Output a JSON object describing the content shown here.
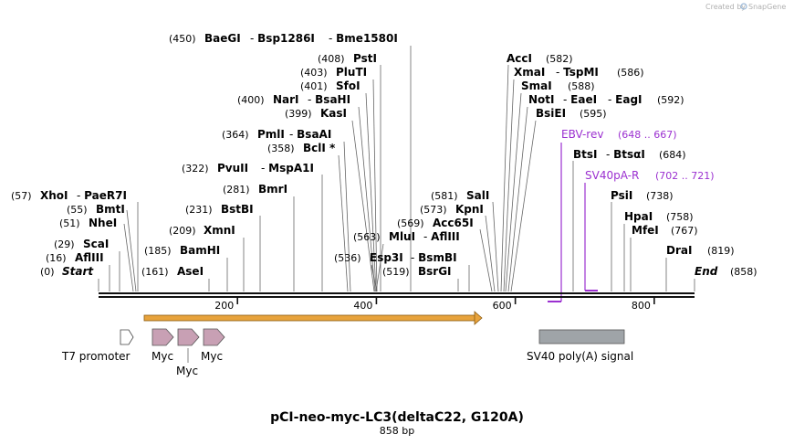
{
  "credit": {
    "prefix": "Created by",
    "brand": "SnapGene"
  },
  "plasmid": {
    "name": "pCI-neo-myc-LC3(deltaC22, G120A)",
    "size_label": "858 bp"
  },
  "map": {
    "length": 858
  },
  "ticks": [
    {
      "value": 200,
      "label": "200"
    },
    {
      "value": 400,
      "label": "400"
    },
    {
      "value": 600,
      "label": "600"
    },
    {
      "value": 800,
      "label": "800"
    }
  ],
  "sites": [
    {
      "id": "start",
      "pos": 0,
      "pos_label": "(0)",
      "names": [
        "Start"
      ],
      "cut": 0
    },
    {
      "id": "afliii-1",
      "pos": 16,
      "pos_label": "(16)",
      "names": [
        "AflIII"
      ],
      "cut": 16
    },
    {
      "id": "scai",
      "pos": 29,
      "pos_label": "(29)",
      "names": [
        "ScaI"
      ],
      "cut": 29
    },
    {
      "id": "nhei",
      "pos": 51,
      "pos_label": "(51)",
      "names": [
        "NheI"
      ],
      "cut": 51
    },
    {
      "id": "bmti",
      "pos": 55,
      "pos_label": "(55)",
      "names": [
        "BmtI"
      ],
      "cut": 55
    },
    {
      "id": "xhoi",
      "pos": 57,
      "pos_label": "(57)",
      "names": [
        "XhoI",
        "PaeR7I"
      ],
      "cut": 57
    },
    {
      "id": "asei",
      "pos": 161,
      "pos_label": "(161)",
      "names": [
        "AseI"
      ],
      "cut": 161
    },
    {
      "id": "bamhi",
      "pos": 185,
      "pos_label": "(185)",
      "names": [
        "BamHI"
      ],
      "cut": 185
    },
    {
      "id": "xmni",
      "pos": 209,
      "pos_label": "(209)",
      "names": [
        "XmnI"
      ],
      "cut": 209
    },
    {
      "id": "bstbi",
      "pos": 231,
      "pos_label": "(231)",
      "names": [
        "BstBI"
      ],
      "cut": 231
    },
    {
      "id": "bmri",
      "pos": 281,
      "pos_label": "(281)",
      "names": [
        "BmrI"
      ],
      "cut": 281
    },
    {
      "id": "pvuii",
      "pos": 322,
      "pos_label": "(322)",
      "names": [
        "PvuII",
        "MspA1I"
      ],
      "cut": 322
    },
    {
      "id": "bcli",
      "pos": 358,
      "pos_label": "(358)",
      "names": [
        "BclI *"
      ],
      "cut": 358
    },
    {
      "id": "pmli",
      "pos": 364,
      "pos_label": "(364)",
      "names": [
        "PmlI",
        "BsaAI"
      ],
      "cut": 364
    },
    {
      "id": "kasi",
      "pos": 399,
      "pos_label": "(399)",
      "names": [
        "KasI"
      ],
      "cut": 399
    },
    {
      "id": "nari",
      "pos": 400,
      "pos_label": "(400)",
      "names": [
        "NarI",
        "BsaHI"
      ],
      "cut": 400
    },
    {
      "id": "sfoi",
      "pos": 401,
      "pos_label": "(401)",
      "names": [
        "SfoI"
      ],
      "cut": 401
    },
    {
      "id": "pluti",
      "pos": 403,
      "pos_label": "(403)",
      "names": [
        "PluTI"
      ],
      "cut": 403
    },
    {
      "id": "psti",
      "pos": 408,
      "pos_label": "(408)",
      "names": [
        "PstI"
      ],
      "cut": 408
    },
    {
      "id": "baegi",
      "pos": 450,
      "pos_label": "(450)",
      "names": [
        "BaeGI",
        "Bsp1286I",
        "Bme1580I"
      ],
      "cut": 450
    },
    {
      "id": "esp3i",
      "pos": 536,
      "pos_label": "(536)",
      "names": [
        "Esp3I",
        "BsmBI"
      ],
      "cut": 536
    },
    {
      "id": "bsrgi",
      "pos": 519,
      "pos_label": "(519)",
      "names": [
        "BsrGI"
      ],
      "cut": 519
    },
    {
      "id": "mlui",
      "pos": 563,
      "pos_label": "(563)",
      "names": [
        "MluI",
        "AflIII"
      ],
      "cut": 563
    },
    {
      "id": "acc65i",
      "pos": 569,
      "pos_label": "(569)",
      "names": [
        "Acc65I"
      ],
      "cut": 569
    },
    {
      "id": "kpni",
      "pos": 573,
      "pos_label": "(573)",
      "names": [
        "KpnI"
      ],
      "cut": 573
    },
    {
      "id": "sali",
      "pos": 581,
      "pos_label": "(581)",
      "names": [
        "SalI"
      ],
      "cut": 581
    },
    {
      "id": "acci",
      "pos": 582,
      "pos_label": "(582)",
      "names": [
        "AccI"
      ],
      "cut": 582
    },
    {
      "id": "xmai",
      "pos": 586,
      "pos_label": "(586)",
      "names": [
        "XmaI",
        "TspMI"
      ],
      "cut": 586
    },
    {
      "id": "smai",
      "pos": 588,
      "pos_label": "(588)",
      "names": [
        "SmaI"
      ],
      "cut": 588
    },
    {
      "id": "noti",
      "pos": 592,
      "pos_label": "(592)",
      "names": [
        "NotI",
        "EaeI",
        "EagI"
      ],
      "cut": 592
    },
    {
      "id": "bsiei",
      "pos": 595,
      "pos_label": "(595)",
      "names": [
        "BsiEI"
      ],
      "cut": 595
    },
    {
      "id": "btsi",
      "pos": 684,
      "pos_label": "(684)",
      "names": [
        "BtsI",
        "BtsαI"
      ],
      "cut": 684
    },
    {
      "id": "psii",
      "pos": 738,
      "pos_label": "(738)",
      "names": [
        "PsiI"
      ],
      "cut": 738
    },
    {
      "id": "hpai",
      "pos": 758,
      "pos_label": "(758)",
      "names": [
        "HpaI"
      ],
      "cut": 758
    },
    {
      "id": "mfei",
      "pos": 767,
      "pos_label": "(767)",
      "names": [
        "MfeI"
      ],
      "cut": 767
    },
    {
      "id": "drai",
      "pos": 819,
      "pos_label": "(819)",
      "names": [
        "DraI"
      ],
      "cut": 819
    },
    {
      "id": "end",
      "pos": 858,
      "pos_label": "(858)",
      "names": [
        "End"
      ],
      "cut": 858
    }
  ],
  "primers": [
    {
      "id": "ebv-rev",
      "name": "EBV-rev",
      "range_label": "(648 .. 667)",
      "start": 648,
      "end": 667,
      "color": "#9b30d0"
    },
    {
      "id": "sv40pa-r",
      "name": "SV40pA-R",
      "range_label": "(702 .. 721)",
      "start": 702,
      "end": 721,
      "color": "#9b30d0"
    }
  ],
  "features": {
    "t7": {
      "label": "T7 promoter",
      "color": "#ffffff"
    },
    "myc": [
      {
        "label": "Myc",
        "color": "#c8a0b4"
      },
      {
        "label": "Myc",
        "color": "#c8a0b4"
      },
      {
        "label": "Myc",
        "color": "#c8a0b4"
      }
    ],
    "orf": {
      "start": 65,
      "end": 550,
      "color": "#e8a33c"
    },
    "sv40": {
      "label": "SV40 poly(A) signal",
      "start": 638,
      "end": 760,
      "color": "#9fa4a8"
    }
  }
}
